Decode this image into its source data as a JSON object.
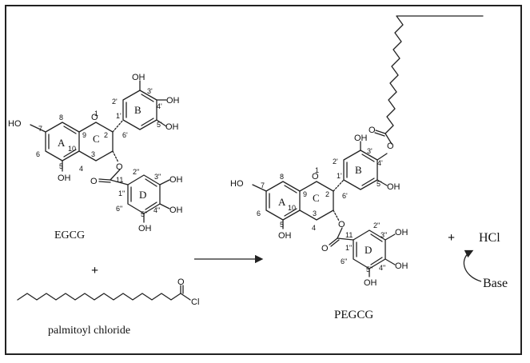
{
  "labels": {
    "egcg": "EGCG",
    "plus": "+",
    "palmitoyl": "palmitoyl chloride",
    "pegcg": "PEGCG",
    "hcl": "HCl",
    "base": "Base",
    "plus2": "+"
  },
  "atoms": {
    "ho": "HO",
    "oh": "OH",
    "o": "O",
    "cl": "Cl"
  },
  "rings": {
    "a": "A",
    "b": "B",
    "c": "C",
    "d": "D"
  },
  "numbers": {
    "n1": "1",
    "n2": "2",
    "n3": "3",
    "n4": "4",
    "n5": "5",
    "n6": "6",
    "n7": "7",
    "n8": "8",
    "n9": "9",
    "n10": "10",
    "n11": "11",
    "n1p": "1'",
    "n2p": "2'",
    "n3p": "3'",
    "n4p": "4'",
    "n5p": "5'",
    "n6p": "6'",
    "n1pp": "1\"",
    "n2pp": "2\"",
    "n3pp": "3\"",
    "n4pp": "4\"",
    "n5pp": "5\"",
    "n6pp": "6\""
  }
}
